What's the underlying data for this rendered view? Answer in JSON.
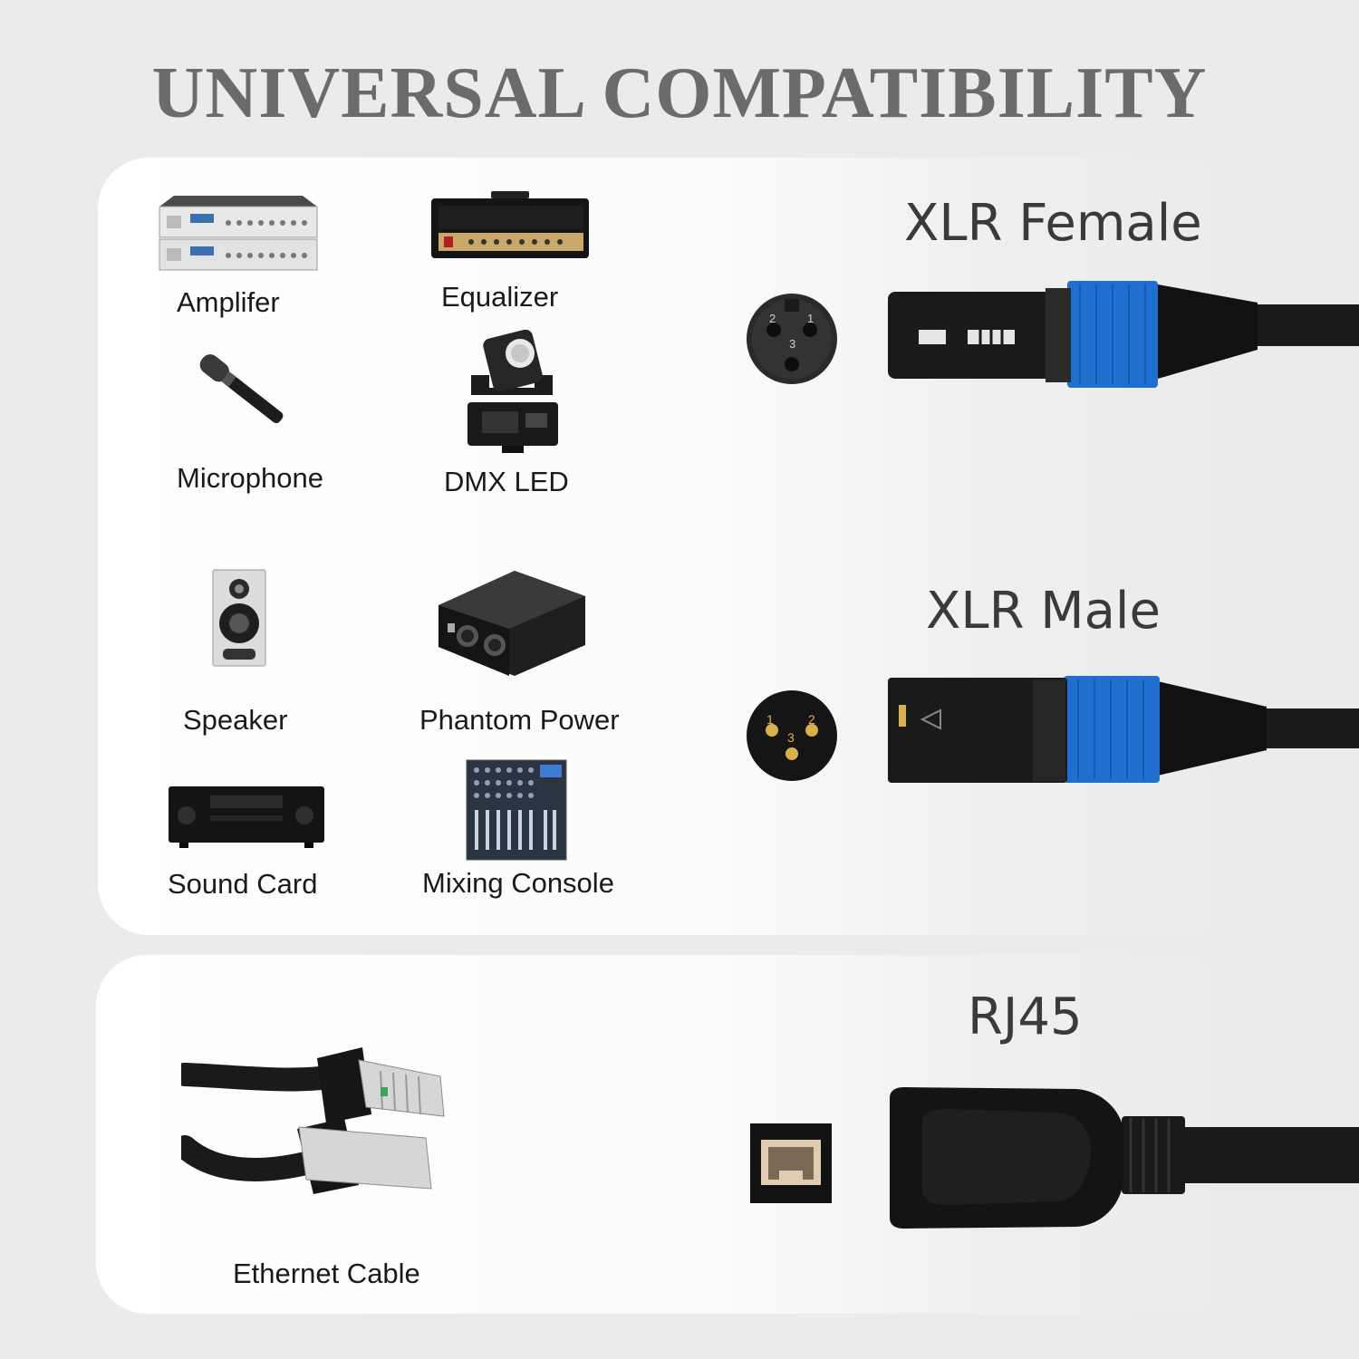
{
  "title": "UNIVERSAL COMPATIBILITY",
  "devices": {
    "amplifier": {
      "label": "Amplifer",
      "icon": "amplifier-icon"
    },
    "equalizer": {
      "label": "Equalizer",
      "icon": "guitar-amp-head-icon"
    },
    "microphone": {
      "label": "Microphone",
      "icon": "microphone-icon"
    },
    "dmx_led": {
      "label": "DMX LED",
      "icon": "moving-head-light-icon"
    },
    "speaker": {
      "label": "Speaker",
      "icon": "speaker-icon"
    },
    "phantom_power": {
      "label": "Phantom Power",
      "icon": "phantom-power-box-icon"
    },
    "sound_card": {
      "label": "Sound Card",
      "icon": "av-receiver-icon"
    },
    "mixing_console": {
      "label": "Mixing Console",
      "icon": "mixing-console-icon"
    },
    "ethernet_cable": {
      "label": "Ethernet Cable",
      "icon": "ethernet-cable-icon"
    }
  },
  "connectors": {
    "xlr_female": {
      "title": "XLR Female",
      "pins": [
        "2",
        "1",
        "3"
      ]
    },
    "xlr_male": {
      "title": "XLR Male",
      "pins": [
        "1",
        "2",
        "3"
      ]
    },
    "rj45": {
      "title": "RJ45"
    }
  },
  "colors": {
    "accent_blue": "#1e6fd0",
    "title_gray": "#6b6b6b",
    "connector_black": "#151515",
    "pin_gold": "#d9b04a"
  }
}
